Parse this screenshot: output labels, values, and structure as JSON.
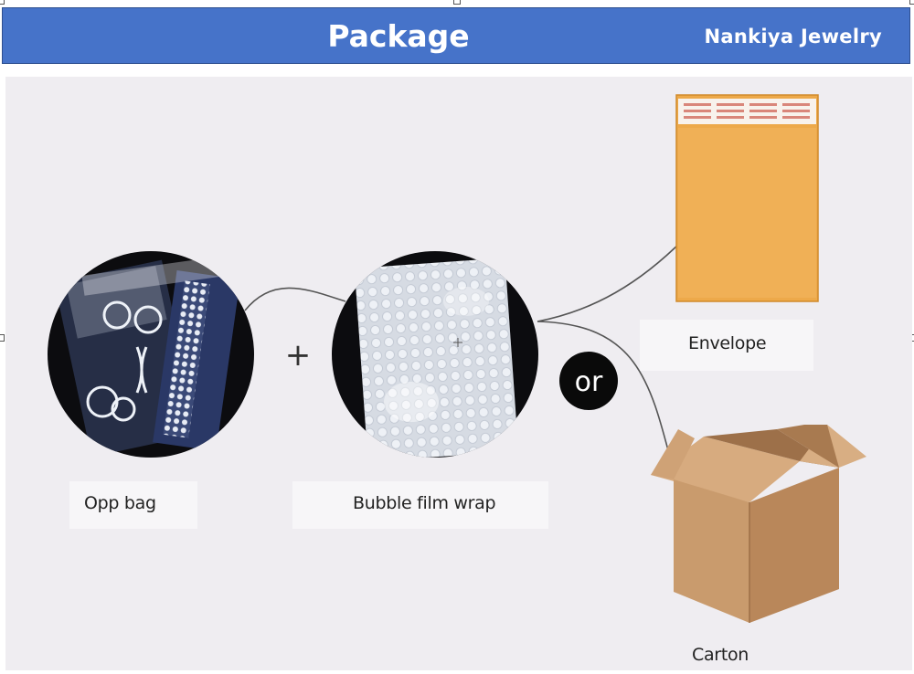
{
  "header": {
    "title": "Package",
    "brand": "Nankiya Jewelry"
  },
  "items": {
    "opp_bag": "Opp bag",
    "bubble_wrap": "Bubble film wrap",
    "envelope": "Envelope",
    "carton": "Carton"
  },
  "symbols": {
    "plus": "+",
    "or": "or"
  },
  "colors": {
    "header_bg": "#4673c9",
    "panel_bg": "#efedf1",
    "envelope": "#eda94a",
    "carton": "#c89a6e"
  }
}
